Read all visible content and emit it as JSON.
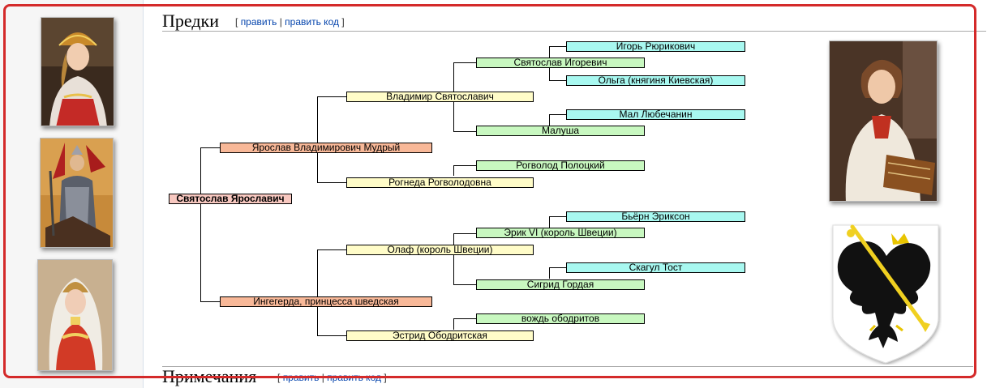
{
  "sections": {
    "ancestors": {
      "title": "Предки",
      "edit": "править",
      "edit_code": "править код",
      "open_bracket": "[",
      "close_bracket": "]",
      "sep": "|"
    },
    "notes": {
      "title": "Примечания",
      "edit": "править",
      "edit_code": "править код",
      "open_bracket": "[",
      "close_bracket": "]",
      "sep": "|"
    }
  },
  "tree": {
    "subject": "Святослав Ярославич",
    "father": "Ярослав Владимирович Мудрый",
    "mother": "Ингегерда, принцесса шведская",
    "paternal_grandfather": "Владимир Святославич",
    "paternal_grandmother": "Рогнеда Рогволодовна",
    "maternal_grandfather": "Олаф (король Швеции)",
    "maternal_grandmother": "Эстрид Ободритская",
    "g_ff_father": "Святослав Игоревич",
    "g_ff_mother": "Малуша",
    "g_fm_father": "Рогволод Полоцкий",
    "g_mf_father": "Эрик VI (король Швеции)",
    "g_mf_mother": "Сигрид Гордая",
    "g_mm_father": "вождь ободритов",
    "gg_1": "Игорь Рюрикович",
    "gg_2": "Ольга (княгиня Киевская)",
    "gg_3": "Мал Любечанин",
    "gg_4": "Бьёрн Эриксон",
    "gg_5": "Скагул Тост"
  },
  "colors": {
    "frame": "#d42a2a",
    "gen1": "#f8b898",
    "gen2": "#fffcc8",
    "gen3": "#c8f8c0",
    "gen4": "#a8f8f0",
    "link": "#0645ad"
  }
}
